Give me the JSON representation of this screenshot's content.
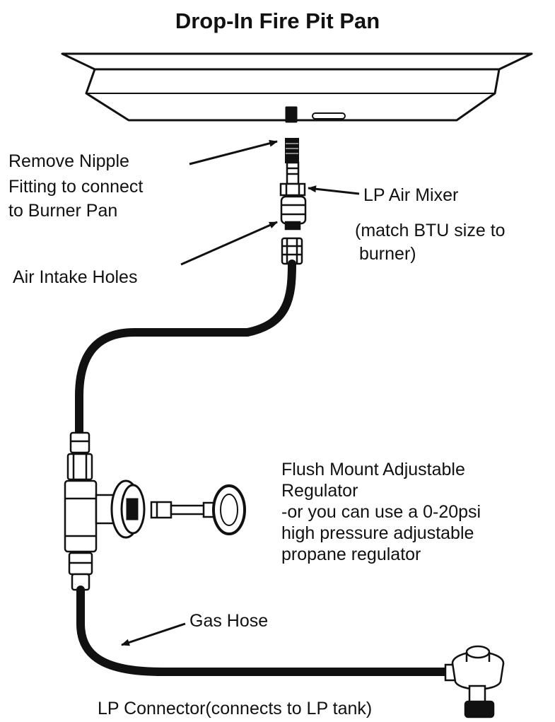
{
  "title": "Drop-In Fire Pit Pan",
  "labels": {
    "remove_nipple": [
      "Remove Nipple",
      "Fitting to connect",
      "to Burner Pan"
    ],
    "lp_air_mixer": [
      "LP Air Mixer",
      "(match BTU size to",
      "burner)"
    ],
    "air_intake": "Air Intake Holes",
    "flush_mount": [
      "Flush Mount Adjustable",
      "Regulator",
      "-or you can use a 0-20psi",
      "high pressure adjustable",
      "propane regulator"
    ],
    "gas_hose": "Gas Hose",
    "lp_connector": "LP Connector(connects to LP tank)"
  },
  "colors": {
    "ink": "#111111",
    "paper": "#ffffff"
  }
}
